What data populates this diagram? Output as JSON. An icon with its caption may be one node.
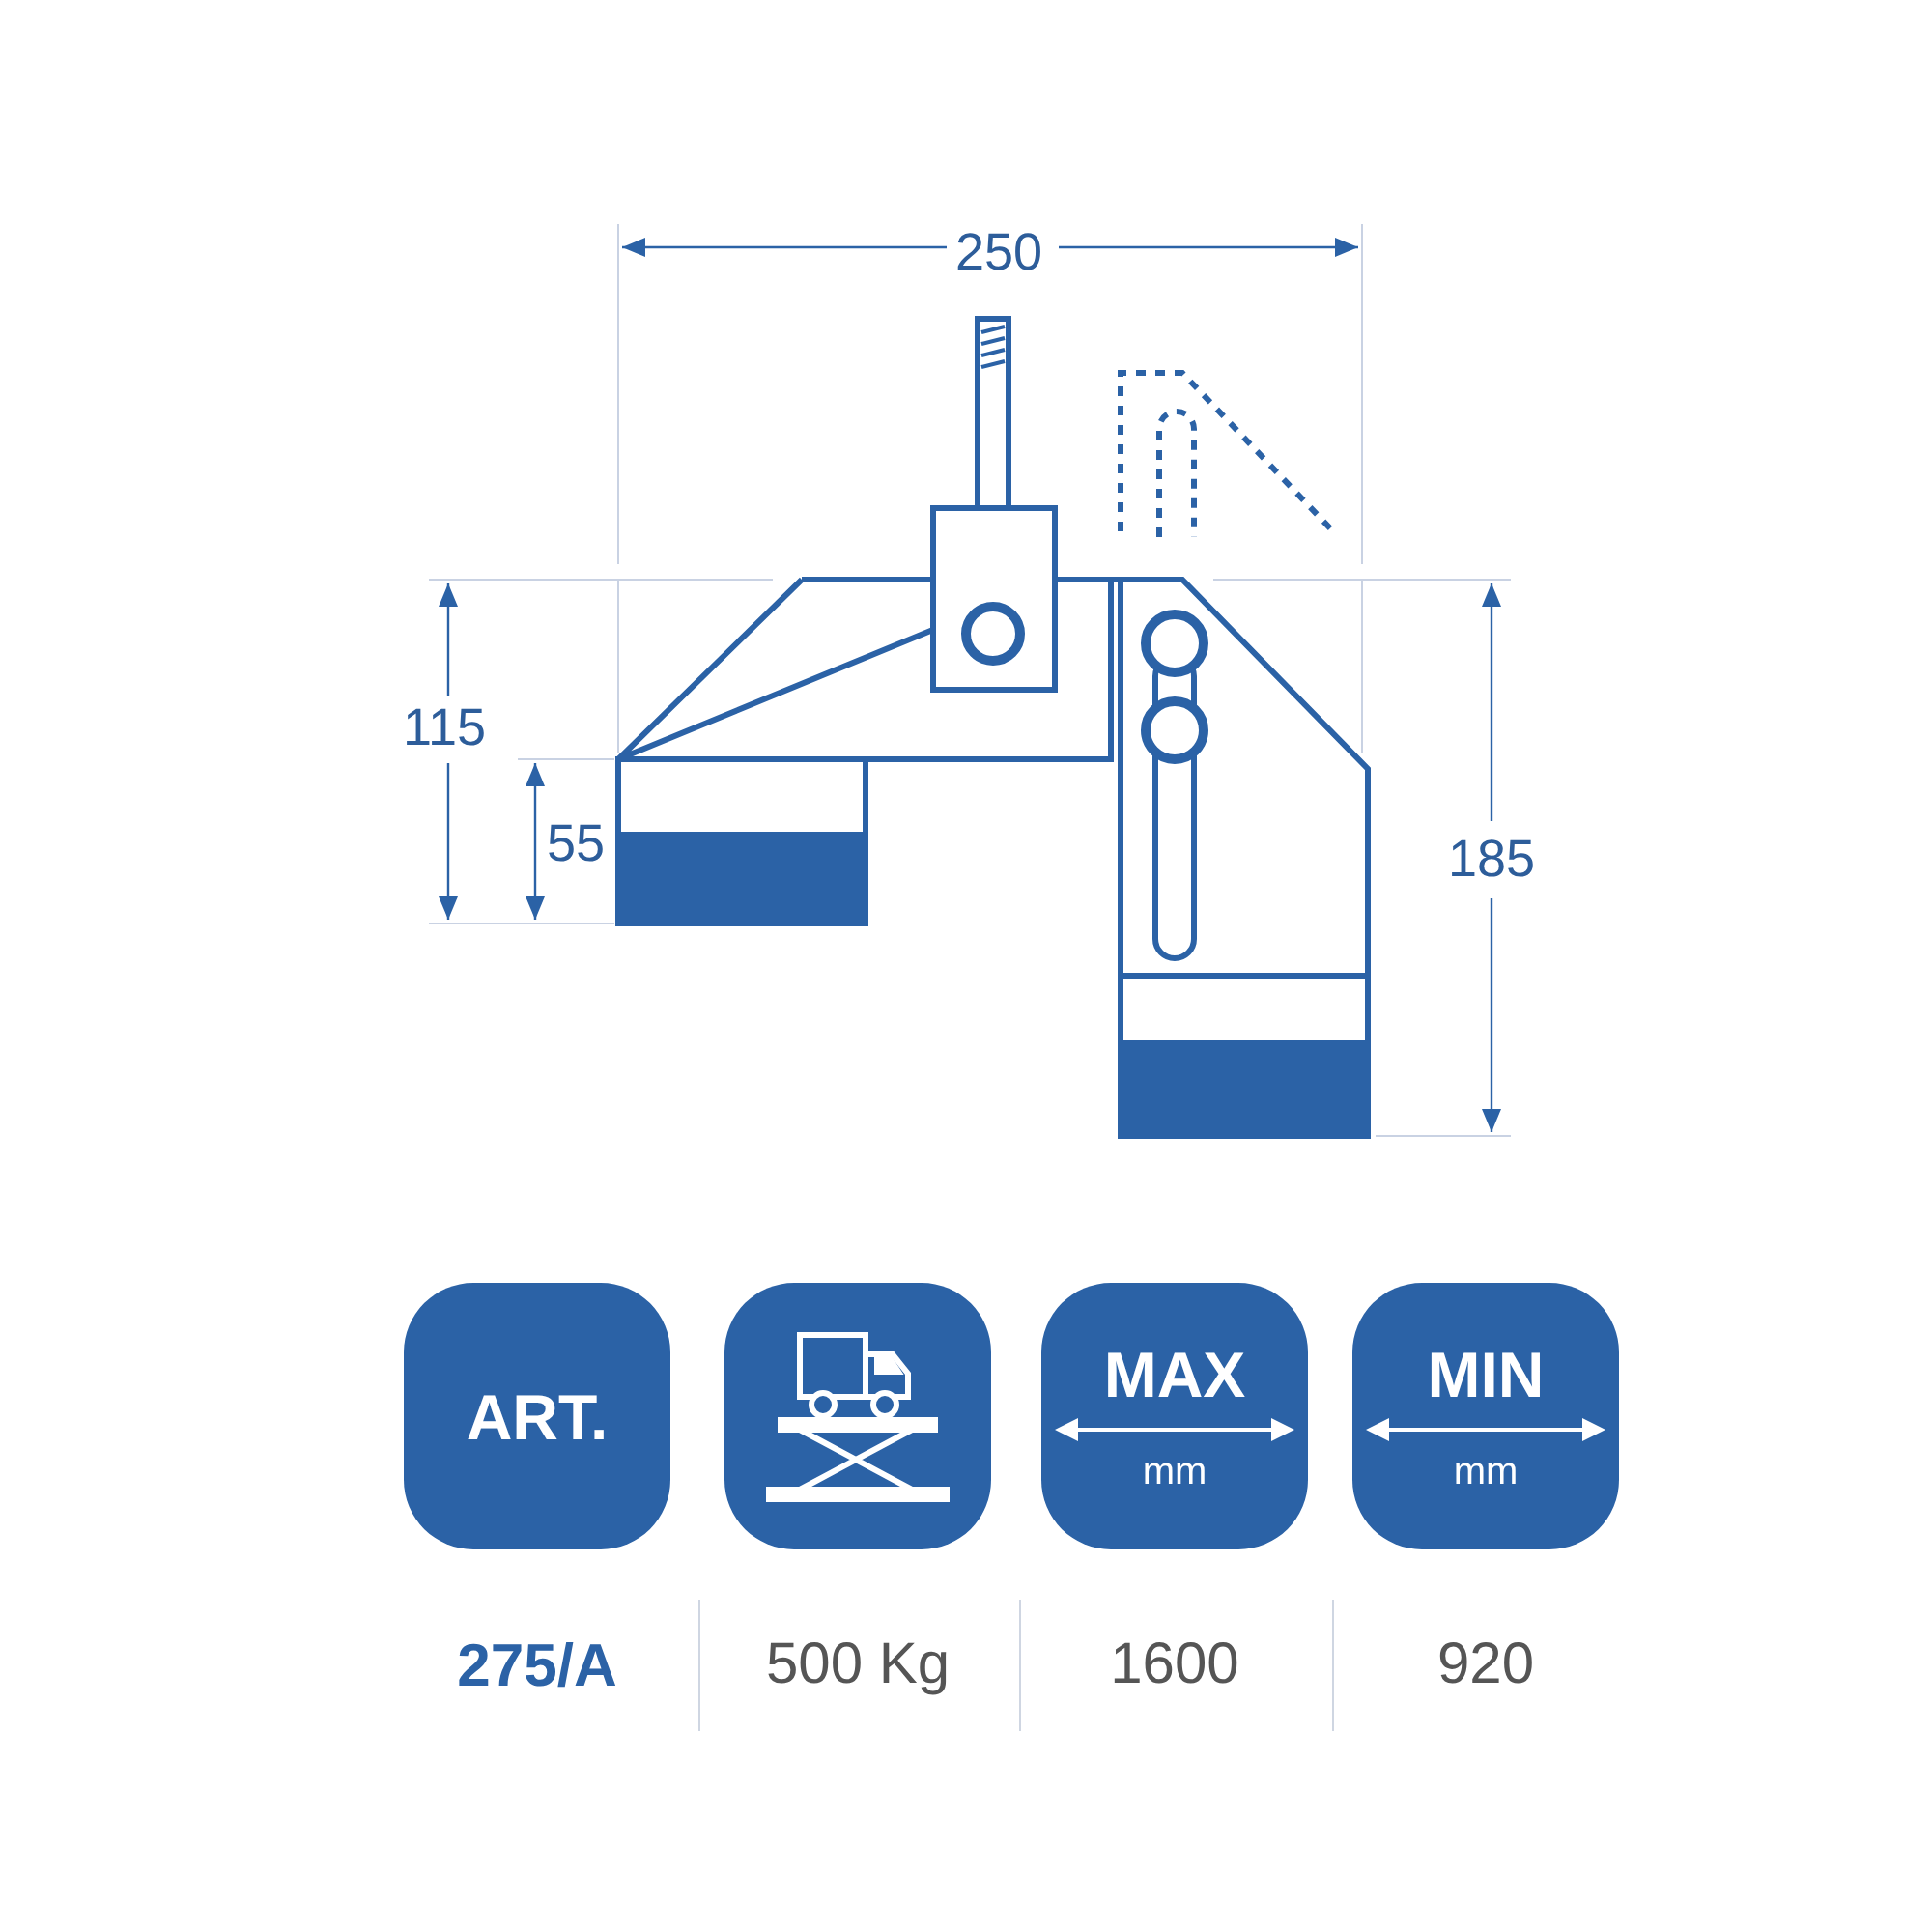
{
  "diagram": {
    "nodes": [
      {
        "text": [
          "ART."
        ]
      },
      {
        "text": [],
        "shape": "box"
      },
      {
        "text": [
          "MAX",
          "mm"
        ]
      },
      {
        "text": [
          "MIN",
          "mm"
        ]
      }
    ],
    "labels": [
      "250",
      "115",
      "55",
      "185",
      "275/A",
      "500 Kg",
      "1600",
      "920"
    ]
  }
}
